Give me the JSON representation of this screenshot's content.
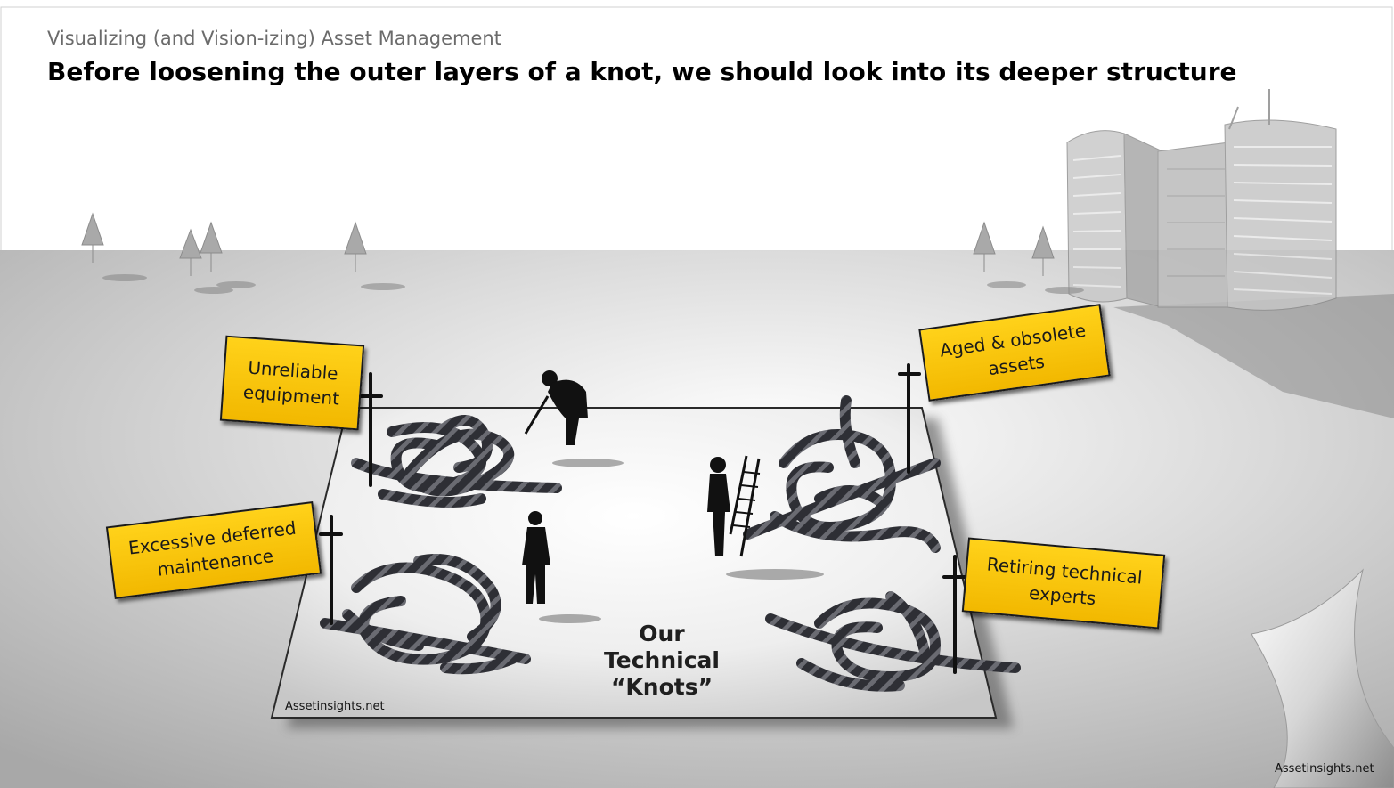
{
  "header": {
    "subtitle": "Visualizing (and Vision-izing) Asset Management",
    "title": "Before loosening the outer layers of a knot, we should look into its deeper structure"
  },
  "signs": {
    "unreliable_equipment": "Unreliable\nequipment",
    "deferred_maintenance": "Excessive deferred\nmaintenance",
    "aged_assets": "Aged & obsolete\nassets",
    "retiring_experts": "Retiring technical\nexperts"
  },
  "mat": {
    "label": "Our\nTechnical\n“Knots”",
    "watermark": "Assetinsights.net"
  },
  "footer": {
    "credit": "Assetinsights.net"
  },
  "colors": {
    "sign_yellow": "#f7c600",
    "rope": "#33343a",
    "ground": "#b9b9b9",
    "building": "#b0b0b0"
  }
}
